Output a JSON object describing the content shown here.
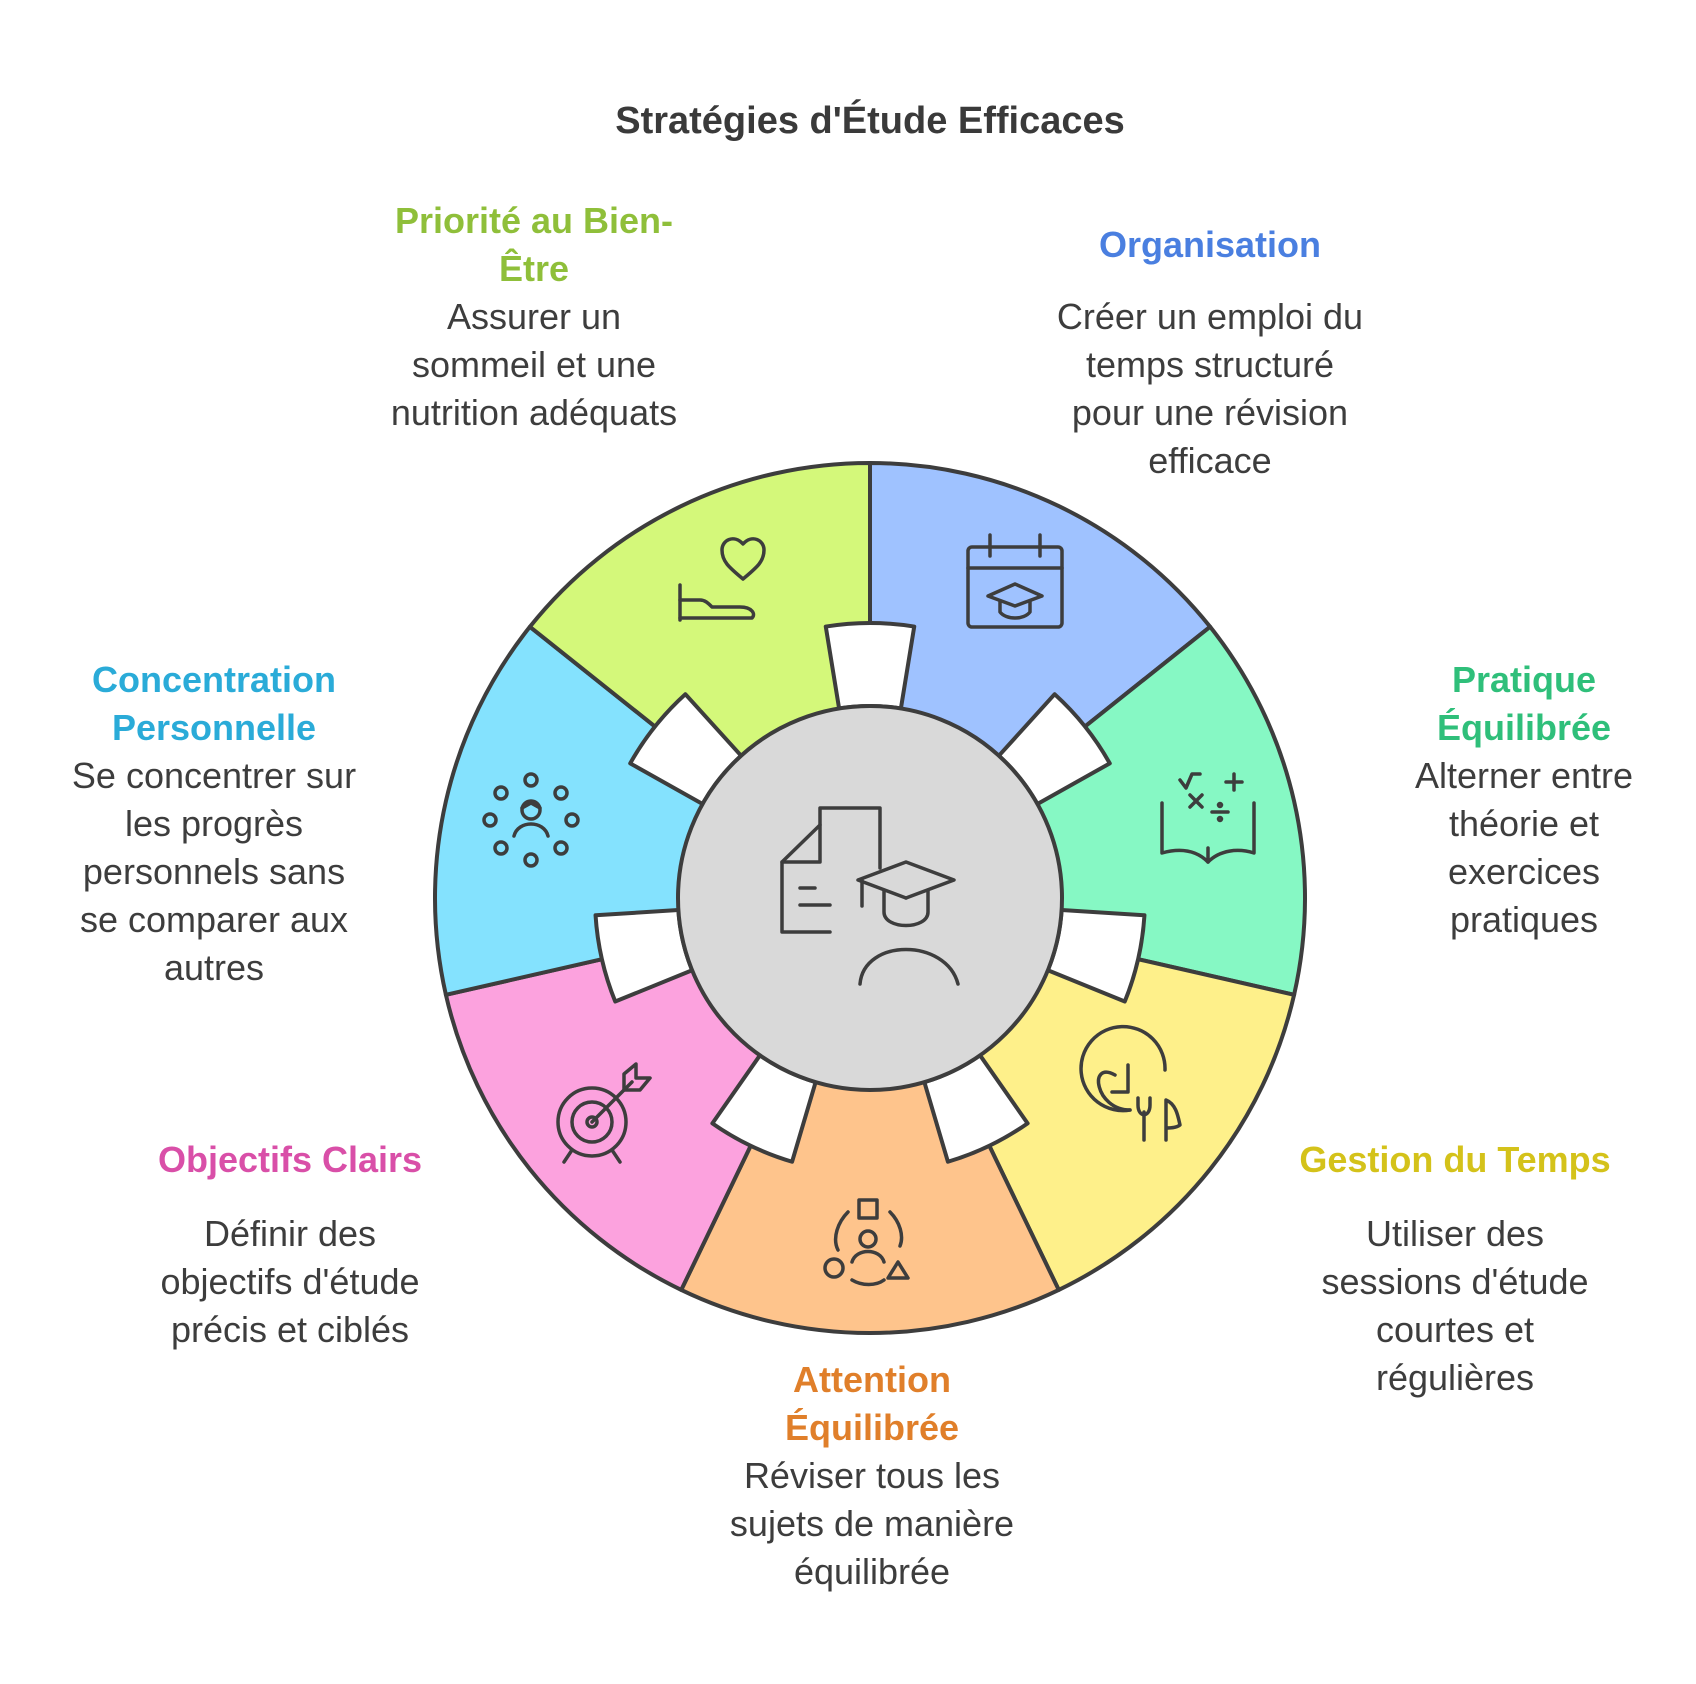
{
  "title": "Stratégies d'Étude Efficaces",
  "segments": [
    {
      "id": "organisation",
      "icon": "calendar-graduation-cap-icon",
      "heading": [
        "Organisation"
      ],
      "desc": [
        "Créer un emploi du",
        "temps structuré",
        "pour une révision",
        "efficace"
      ],
      "fill": "#9fc2ff",
      "text_color": "#4a7fe0"
    },
    {
      "id": "pratique",
      "icon": "math-book-icon",
      "heading": [
        "Pratique",
        "Équilibrée"
      ],
      "desc": [
        "Alterner entre",
        "théorie et",
        "exercices",
        "pratiques"
      ],
      "fill": "#86f8c4",
      "text_color": "#2fbf7a"
    },
    {
      "id": "gestion",
      "icon": "clock-plant-icon",
      "heading": [
        "Gestion du Temps"
      ],
      "desc": [
        "Utiliser des",
        "sessions d'étude",
        "courtes et",
        "régulières"
      ],
      "fill": "#fef08a",
      "text_color": "#d4c21a"
    },
    {
      "id": "attention",
      "icon": "person-shapes-icon",
      "heading": [
        "Attention",
        "Équilibrée"
      ],
      "desc": [
        "Réviser tous les",
        "sujets de manière",
        "équilibrée"
      ],
      "fill": "#fec48c",
      "text_color": "#e07f2a"
    },
    {
      "id": "objectifs",
      "icon": "target-arrow-icon",
      "heading": [
        "Objectifs Clairs"
      ],
      "desc": [
        "Définir des",
        "objectifs d'étude",
        "précis et ciblés"
      ],
      "fill": "#fca2de",
      "text_color": "#d94fa8"
    },
    {
      "id": "concentration",
      "icon": "person-focus-icon",
      "heading": [
        "Concentration",
        "Personnelle"
      ],
      "desc": [
        "Se concentrer sur",
        "les progrès",
        "personnels sans",
        "se comparer aux",
        "autres"
      ],
      "fill": "#84e2fe",
      "text_color": "#2aabd8"
    },
    {
      "id": "bienetre",
      "icon": "hand-heart-icon",
      "heading": [
        "Priorité au Bien-",
        "Être"
      ],
      "desc": [
        "Assurer un",
        "sommeil et une",
        "nutrition adéquats"
      ],
      "fill": "#d4f87a",
      "text_color": "#8fbf3a"
    }
  ],
  "center": {
    "icon": "student-document-icon",
    "fill": "#d9d9d9"
  },
  "ring_gap_fill": "#ffffff",
  "stroke_color": "#3d3d3d"
}
